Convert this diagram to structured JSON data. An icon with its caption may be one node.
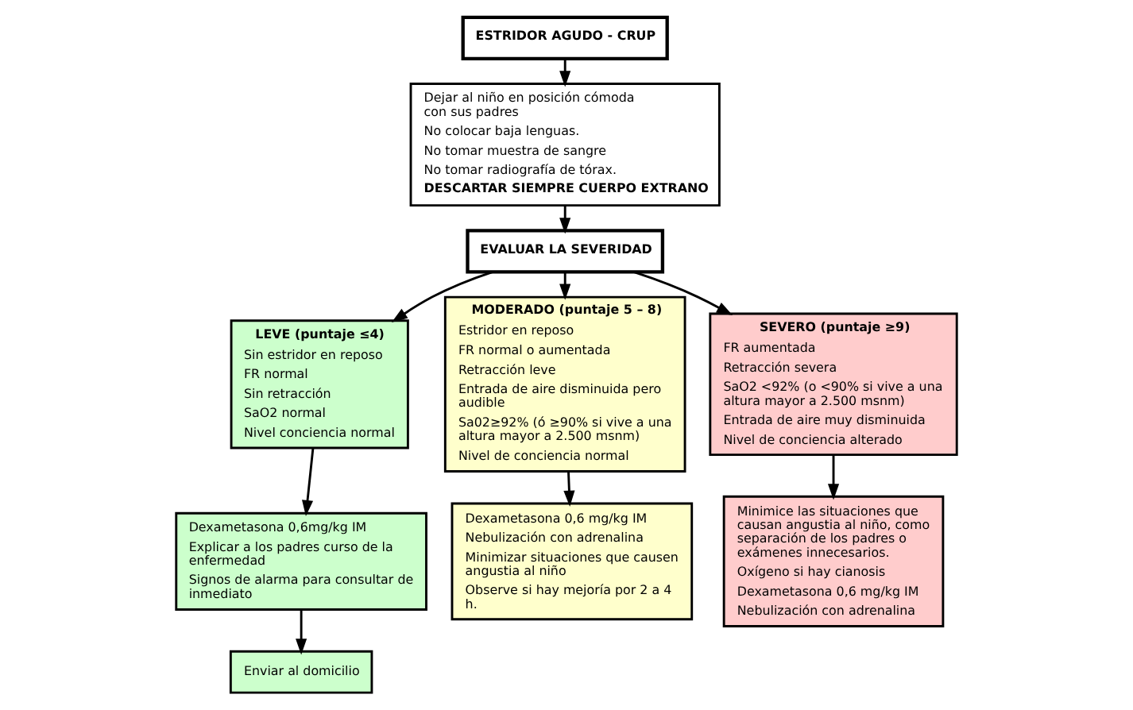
{
  "diagram": {
    "nodes": [
      {
        "text": [
          "ESTRIDOR AGUDO - CRUP"
        ]
      },
      {
        "text": [
          "Dejar al niño en posición cómoda con sus padres",
          "No colocar baja lenguas.",
          "No tomar muestra de sangre",
          "No tomar radiografía de tórax.",
          "DESCARTAR SIEMPRE CUERPO EXTRANO"
        ]
      },
      {
        "text": [
          "EVALUAR LA SEVERIDAD"
        ]
      },
      {
        "text": [
          "LEVE (puntaje ≤4)",
          "Sin estridor en reposo",
          "FR normal",
          "Sin retracción",
          "SaO2 normal",
          "Nivel conciencia normal"
        ]
      },
      {
        "text": [
          "MODERADO (puntaje 5 – 8)",
          "Estridor en reposo",
          "FR normal o aumentada",
          "Retracción leve",
          "Entrada de aire disminuida pero audible",
          "Sa02≥92% (ó ≥90% si vive a una altura mayor a 2.500 msnm)",
          "Nivel de conciencia normal"
        ]
      },
      {
        "text": [
          "SEVERO (puntaje ≥9)",
          "FR aumentada",
          "Retracción severa",
          "SaO2 <92% (o <90% si vive a una altura mayor a 2.500 msnm)",
          "Entrada de aire muy disminuida",
          "Nivel de conciencia alterado"
        ]
      },
      {
        "text": [
          "Dexametasona 0,6mg/kg IM",
          "Explicar a los padres curso de la enfermedad",
          "Signos de alarma para consultar de inmediato"
        ]
      },
      {
        "text": [
          "Enviar al domicilio"
        ]
      },
      {
        "text": [
          "Dexametasona 0,6 mg/kg IM",
          "Nebulización con adrenalina",
          "Minimizar situaciones que causen angustia al niño",
          "Observe si hay mejoría por 2 a 4 h."
        ]
      },
      {
        "text": [
          "Minimice las situaciones que causan angustia al niño, como separación de los padres o exámenes innecesarios.",
          "Oxígeno si hay cianosis",
          "Dexametasona 0,6 mg/kg IM",
          "Nebulización con adrenalina"
        ]
      }
    ],
    "edges": [
      {
        "from": 0,
        "to": 1,
        "arrow": "to"
      },
      {
        "from": 1,
        "to": 2,
        "arrow": "to"
      },
      {
        "from": 2,
        "to": 3,
        "arrow": "to"
      },
      {
        "from": 2,
        "to": 4,
        "arrow": "to"
      },
      {
        "from": 2,
        "to": 5,
        "arrow": "to"
      },
      {
        "from": 3,
        "to": 6,
        "arrow": "to"
      },
      {
        "from": 6,
        "to": 7,
        "arrow": "to"
      },
      {
        "from": 4,
        "to": 8,
        "arrow": "to"
      },
      {
        "from": 5,
        "to": 9,
        "arrow": "to"
      }
    ]
  }
}
